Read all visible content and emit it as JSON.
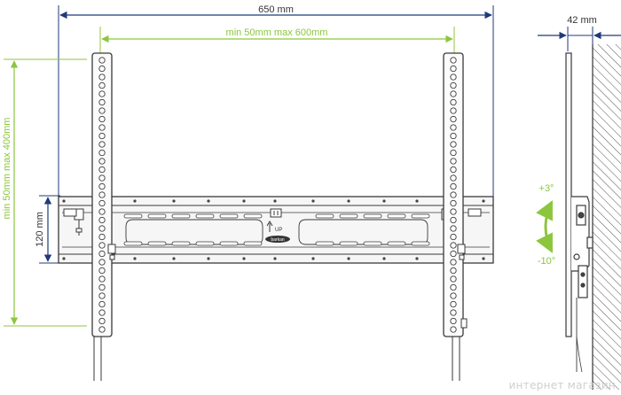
{
  "colors": {
    "blue": "#1f3a7a",
    "green": "#8cc63f",
    "line": "#3a3a3a",
    "watermark": "#c8c8c8"
  },
  "front_view": {
    "width_label": "650 mm",
    "horizontal_spacing_label": "min 50mm max 600mm",
    "vertical_spacing_label": "min 50mm max 400mm",
    "rail_height_label": "120 mm",
    "up_label": "UP",
    "brand_logo": "barkan"
  },
  "side_view": {
    "depth_label": "42 mm",
    "tilt_up_label": "+3°",
    "tilt_down_label": "-10°"
  },
  "watermark": "интернет магазин"
}
